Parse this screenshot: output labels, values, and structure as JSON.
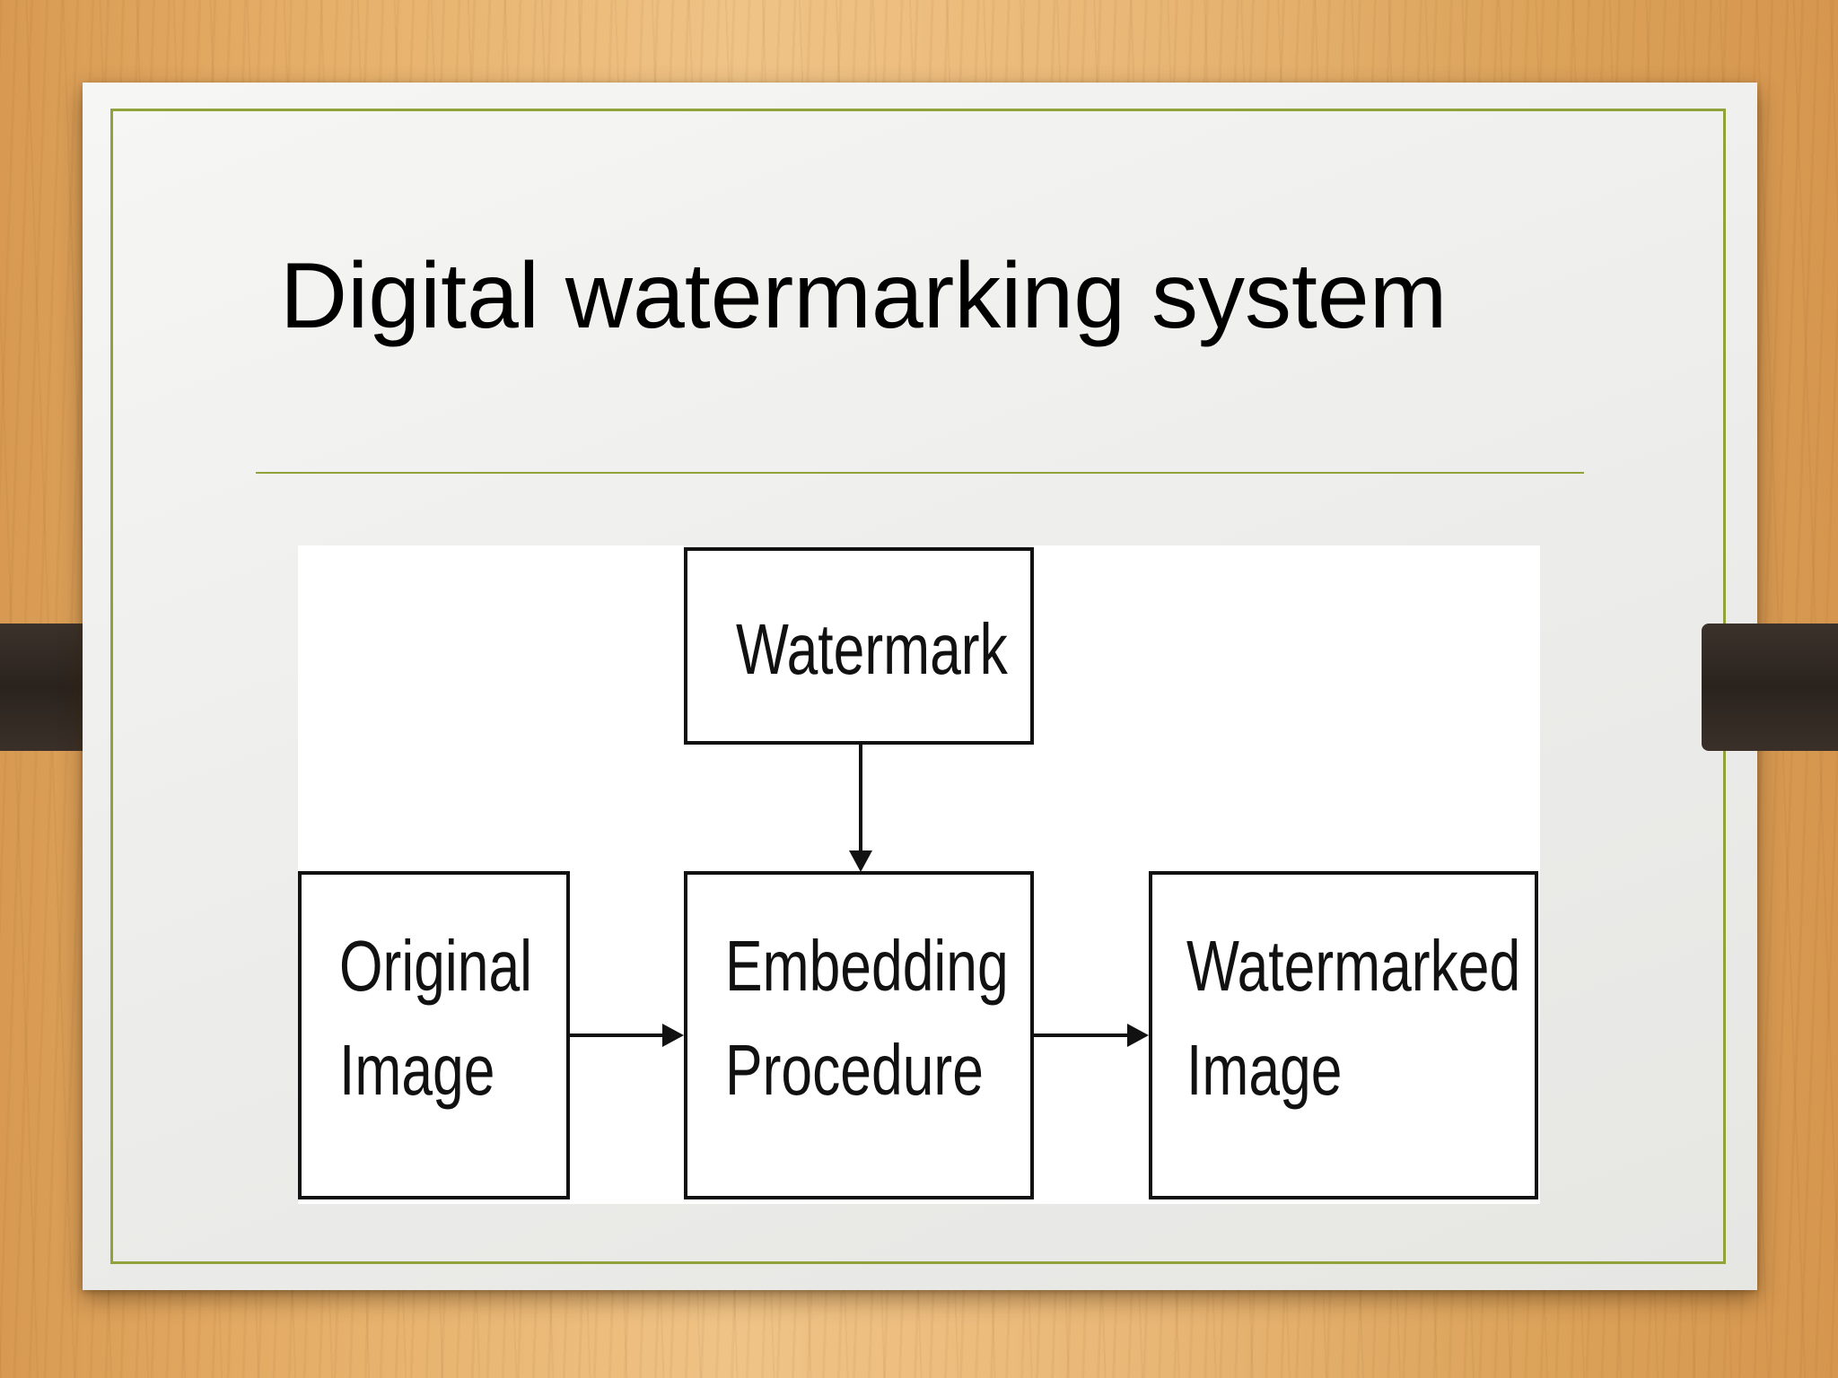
{
  "slide": {
    "title": "Digital watermarking system"
  },
  "diagram": {
    "nodes": {
      "watermark": {
        "line1": "Watermark"
      },
      "original": {
        "line1": "Original",
        "line2": "Image"
      },
      "embedding": {
        "line1": "Embedding",
        "line2": "Procedure"
      },
      "watermarked": {
        "line1": "Watermarked",
        "line2": "Image"
      }
    },
    "edges": [
      {
        "from": "watermark",
        "to": "embedding"
      },
      {
        "from": "original",
        "to": "embedding"
      },
      {
        "from": "embedding",
        "to": "watermarked"
      }
    ]
  },
  "colors": {
    "frame_accent": "#8fa33a",
    "wood_background": "#e6b06a",
    "slide_background": "#efefed",
    "clip": "#2f2720"
  }
}
